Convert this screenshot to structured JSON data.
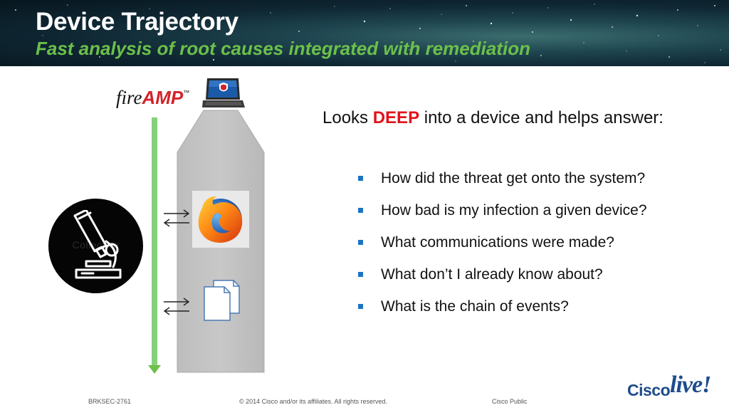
{
  "header": {
    "title": "Device Trajectory",
    "subtitle": "Fast analysis of root causes integrated with remediation"
  },
  "diagram": {
    "logo_fire": "fire",
    "logo_amp": "AMP",
    "logo_tm": "™",
    "sandbox_label": "Collective",
    "icons": [
      "laptop-icon",
      "microscope-icon",
      "firefox-icon",
      "documents-icon",
      "bidirectional-arrows-icon",
      "down-arrow-icon"
    ]
  },
  "content": {
    "intro_prefix": "Looks ",
    "intro_emphasis": "DEEP",
    "intro_suffix": " into a device and helps answer:",
    "questions": [
      "How did the threat get onto the system?",
      "How bad is my infection a given device?",
      "What communications were made?",
      "What don’t I already know about?",
      "What is the chain of events?"
    ]
  },
  "footer": {
    "session_code": "BRKSEC-2761",
    "copyright": "© 2014 Cisco and/or its affiliates. All rights reserved.",
    "classification": "Cisco Public"
  },
  "branding": {
    "cisco": "Cisco",
    "live": "live!"
  },
  "colors": {
    "accent_green": "#6cc04a",
    "emphasis_red": "#e1131b",
    "bullet_blue": "#1d73c4",
    "brand_blue": "#1e4c8c"
  }
}
